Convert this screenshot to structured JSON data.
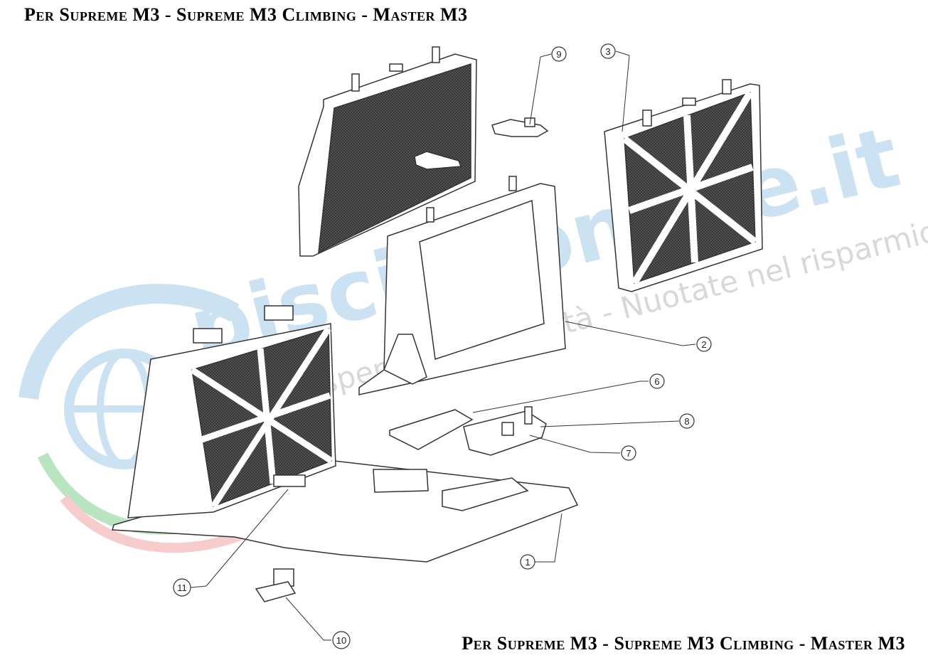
{
  "title_top": "Per Supreme M3 - Supreme M3 Climbing - Master M3",
  "title_bottom": "Per Supreme M3 - Supreme M3 Climbing - Master M3",
  "watermark": {
    "brand": "piscineonline.it",
    "tagline": "Esperti nella qualità - Nuotate nel risparmio",
    "colors": {
      "blue": "#9fcbe6",
      "green": "#7fd08a",
      "red": "#f0a2a2"
    }
  },
  "callouts": [
    {
      "id": "1",
      "label": "1"
    },
    {
      "id": "2",
      "label": "2"
    },
    {
      "id": "3",
      "label": "3"
    },
    {
      "id": "6",
      "label": "6"
    },
    {
      "id": "7",
      "label": "7"
    },
    {
      "id": "8",
      "label": "8"
    },
    {
      "id": "9",
      "label": "9"
    },
    {
      "id": "10",
      "label": "10"
    },
    {
      "id": "11",
      "label": "11"
    }
  ],
  "line_color": "#333333",
  "mesh_color": "#4a4a4a"
}
